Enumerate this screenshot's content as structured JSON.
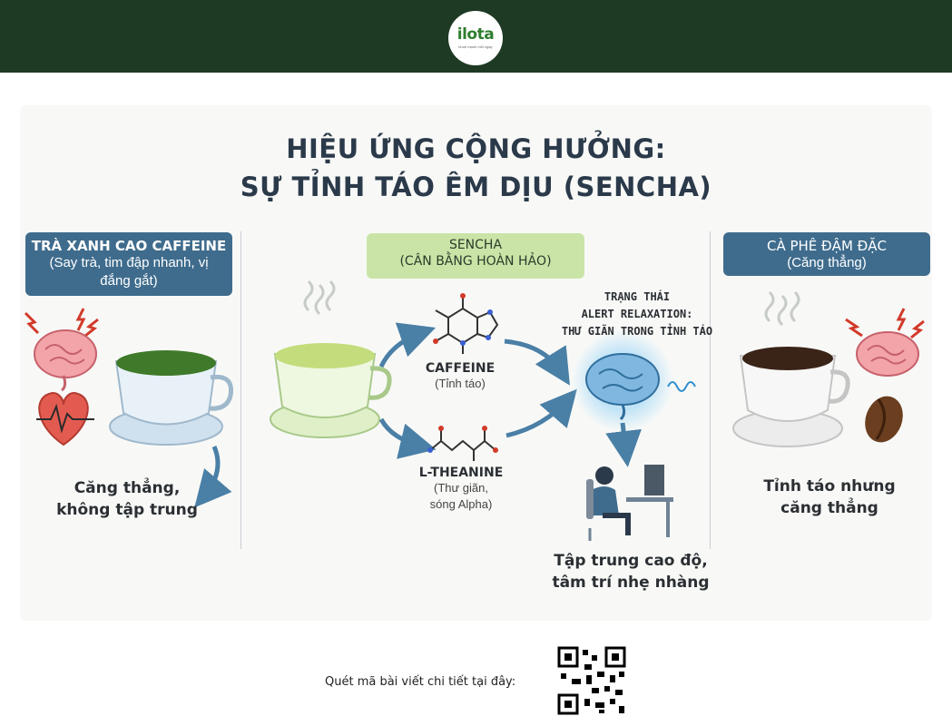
{
  "brand": {
    "name": "ilota",
    "tagline": "khoẻ mạnh mỗi ngày",
    "color": "#2f7d2f",
    "header_color": "#1e3a24"
  },
  "title": {
    "line1": "HIỆU ỨNG CỘNG HƯỞNG:",
    "line2": "SỰ TỈNH TÁO ÊM DỊU (SENCHA)"
  },
  "left": {
    "heading": "TRÀ XANH CAO CAFFEINE",
    "sub": "(Say trà, tim đập nhanh, vị đắng gắt)",
    "caption_line1": "Căng thẳng,",
    "caption_line2": "không tập trung",
    "icons": [
      "brain-icon",
      "lightning-icon",
      "heart-ecg-icon",
      "green-tea-cup-icon",
      "curved-arrow-icon"
    ]
  },
  "center": {
    "heading": "SENCHA",
    "sub": "(CÂN BẰNG HOÀN HẢO)",
    "caffeine_name": "CAFFEINE",
    "caffeine_desc": "(Tỉnh táo)",
    "theanine_name": "L-THEANINE",
    "theanine_desc_line1": "(Thư giãn,",
    "theanine_desc_line2": "sóng Alpha)",
    "state_line1": "TRẠNG THÁI",
    "state_line2": "ALERT RELAXATION:",
    "state_line3": "THƯ GIÃN TRONG TỈNH TÁO",
    "caption_line1": "Tập trung cao độ,",
    "caption_line2": "tâm trí nhẹ nhàng",
    "icons": [
      "sencha-cup-icon",
      "molecule-icon",
      "glowing-brain-icon",
      "person-at-desk-icon",
      "arrow-icon"
    ]
  },
  "right": {
    "heading": "CÀ PHÊ ĐẬM ĐẶC",
    "sub": "(Căng thẳng)",
    "caption_line1": "Tỉnh táo nhưng",
    "caption_line2": "căng thẳng",
    "icons": [
      "coffee-cup-icon",
      "brain-icon",
      "lightning-icon",
      "coffee-bean-icon"
    ]
  },
  "footer": {
    "text": "Quét mã bài viết chi tiết tại đây:",
    "qr": "qr-code-icon"
  },
  "colors": {
    "blue_box": "#3f6c8d",
    "green_box": "#c9e4a6",
    "title": "#2b3a4a",
    "arrow": "#4a7fa6"
  }
}
